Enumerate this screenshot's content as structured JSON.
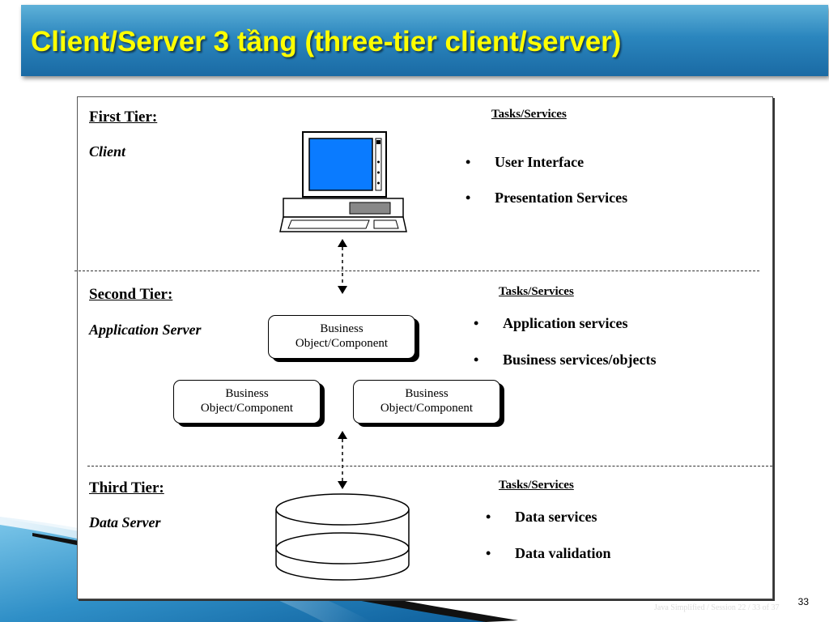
{
  "slide": {
    "title": "Client/Server 3 tầng (three-tier client/server)",
    "page_number": "33",
    "watermark": "Java Simplified / Session 22 / 33 of 37"
  },
  "diagram": {
    "tiers": [
      {
        "heading": "First Tier:",
        "role": "Client",
        "tasks_heading": "Tasks/Services",
        "tasks": [
          "User Interface",
          "Presentation Services"
        ]
      },
      {
        "heading": "Second Tier:",
        "role": "Application Server",
        "tasks_heading": "Tasks/Services",
        "tasks": [
          "Application services",
          "Business services/objects"
        ]
      },
      {
        "heading": "Third Tier:",
        "role": "Data Server",
        "tasks_heading": "Tasks/Services",
        "tasks": [
          "Data services",
          "Data validation"
        ]
      }
    ],
    "components": [
      {
        "line1": "Business",
        "line2": "Object/Component"
      },
      {
        "line1": "Business",
        "line2": "Object/Component"
      },
      {
        "line1": "Business",
        "line2": "Object/Component"
      }
    ],
    "bullet_char": "•",
    "colors": {
      "title_text": "#ffff00",
      "title_bar": "#2b86be",
      "monitor_screen": "#0a7bff"
    }
  }
}
